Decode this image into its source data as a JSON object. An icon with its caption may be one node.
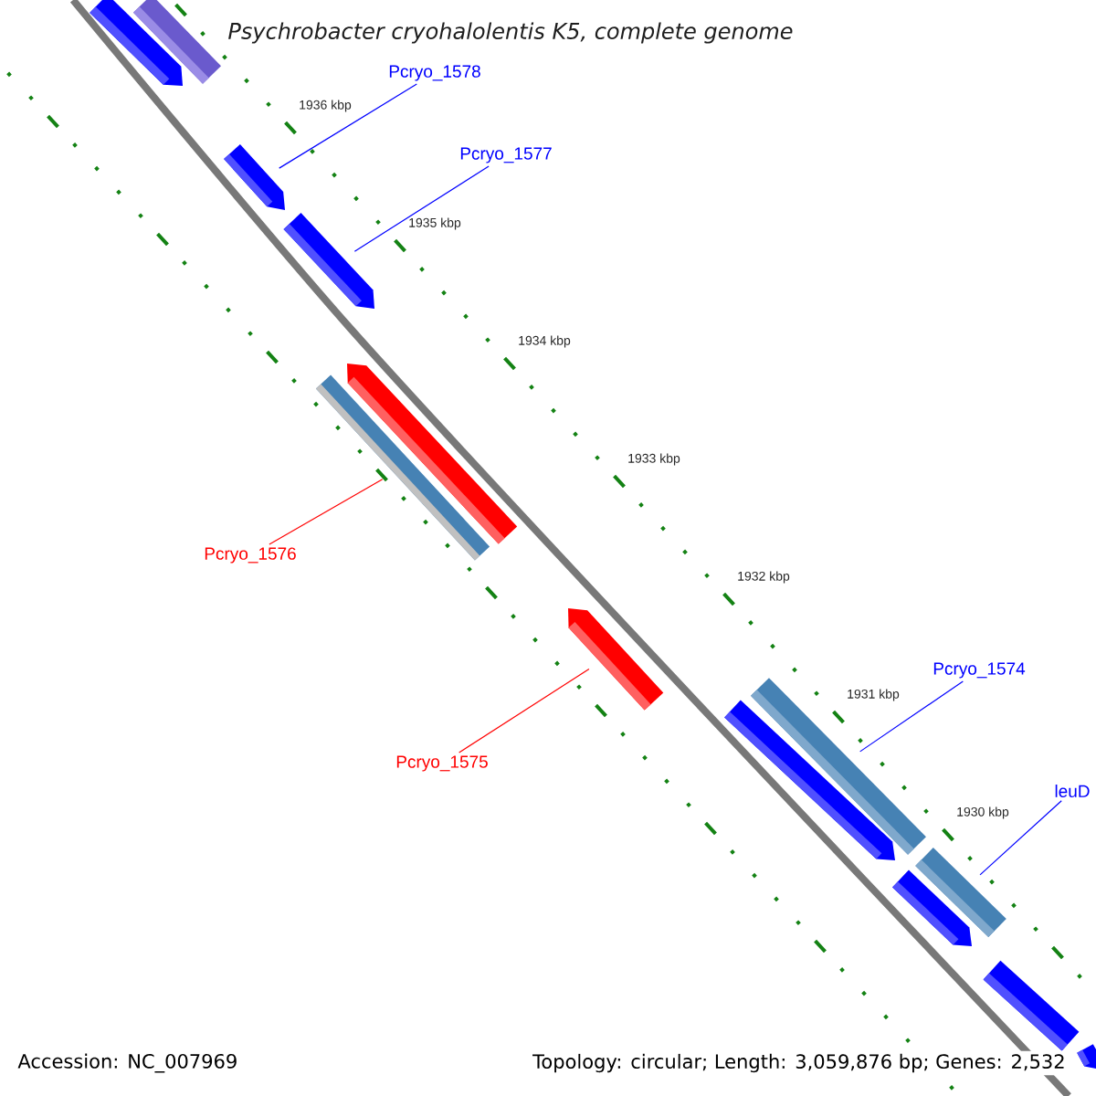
{
  "diagram": {
    "title": "Psychrobacter cryohalolentis K5, complete genome",
    "nodes": [
      {
        "text": [
          "Pcryo_1578"
        ]
      },
      {
        "text": [
          "Pcryo_1577"
        ]
      },
      {
        "text": [
          "Pcryo_1576"
        ]
      },
      {
        "text": [
          "Pcryo_1575"
        ]
      },
      {
        "text": [
          "Pcryo_1574"
        ]
      },
      {
        "text": [
          "leuD"
        ]
      },
      {
        "text": [],
        "shape": "bar"
      },
      {
        "text": [],
        "shape": "bar"
      },
      {
        "text": [],
        "shape": "bar"
      },
      {
        "text": [],
        "shape": "bar"
      },
      {
        "text": [],
        "shape": "bar"
      },
      {
        "text": [],
        "shape": "bar"
      },
      {
        "text": [],
        "shape": "bar"
      },
      {
        "text": [],
        "shape": "bar"
      },
      {
        "text": [],
        "shape": "bar"
      },
      {
        "text": [],
        "shape": "bar"
      },
      {
        "text": [],
        "shape": "bar"
      },
      {
        "text": [],
        "shape": "bar"
      },
      {
        "text": [],
        "shape": "bar"
      }
    ],
    "edges": [
      {
        "from": 0,
        "to": 8,
        "arrow": "none"
      },
      {
        "from": 1,
        "to": 9,
        "arrow": "none"
      },
      {
        "from": 2,
        "to": 11,
        "arrow": "none",
        "color": "#ff0000"
      },
      {
        "from": 3,
        "to": 12,
        "arrow": "none",
        "color": "#ff0000"
      },
      {
        "from": 4,
        "to": 13,
        "arrow": "none"
      },
      {
        "from": 5,
        "to": 15,
        "arrow": "none"
      }
    ],
    "labels": [
      "1936 kbp",
      "1935 kbp",
      "1934 kbp",
      "1933 kbp",
      "1932 kbp",
      "1931 kbp",
      "1930 kbp",
      "Accession: NC_007969",
      "Topology: circular; Length: 3,059,876 bp; Genes: 2,532"
    ]
  }
}
